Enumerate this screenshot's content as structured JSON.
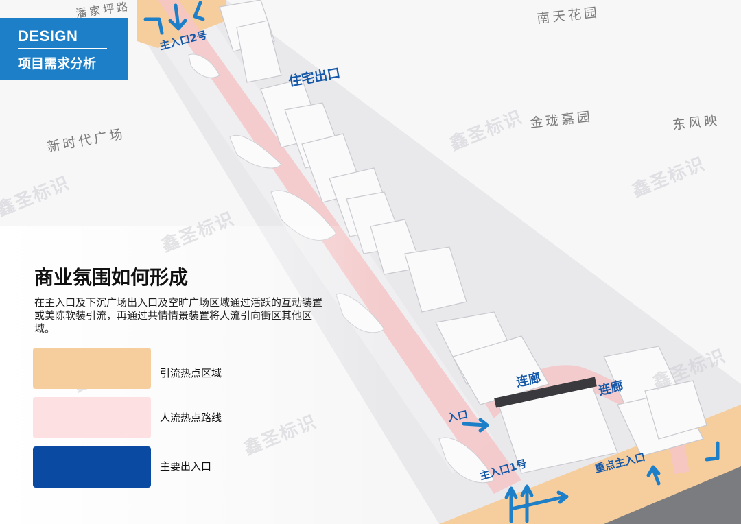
{
  "colors": {
    "brand_blue": "#1d7fc7",
    "traffic_pink": "#f4c6c7",
    "hotspot_orange": "#f6cd9c",
    "entrance_navy": "#0a4aa3",
    "label_blue": "#1558a8"
  },
  "badge": {
    "en": "DESIGN",
    "cn": "项目需求分析"
  },
  "places": {
    "panjiaping": "潘家坪路",
    "nantian": "南天花园",
    "xinshidai": "新时代广场",
    "jinlong": "金珑嘉园",
    "dongfeng": "东风映"
  },
  "map_labels": {
    "entrance2": "主入口2号",
    "residential_exit": "住宅出口",
    "corridor_left": "连廊",
    "corridor_right": "连廊",
    "entrance": "入口",
    "entrance1": "主入口1号",
    "key_entrance": "重点主入口"
  },
  "title": "商业氛围如何形成",
  "description": "在主入口及下沉广场出入口及空旷广场区域通过活跃的互动装置或美陈软装引流，再通过共情情景装置将人流引向街区其他区域。",
  "legend": [
    {
      "label": "引流热点区域",
      "color": "#f6cd9c"
    },
    {
      "label": "人流热点路线",
      "color": "#fde0e1"
    },
    {
      "label": "主要出入口",
      "color": "#0a4aa3"
    }
  ],
  "watermark": "鑫圣标识"
}
